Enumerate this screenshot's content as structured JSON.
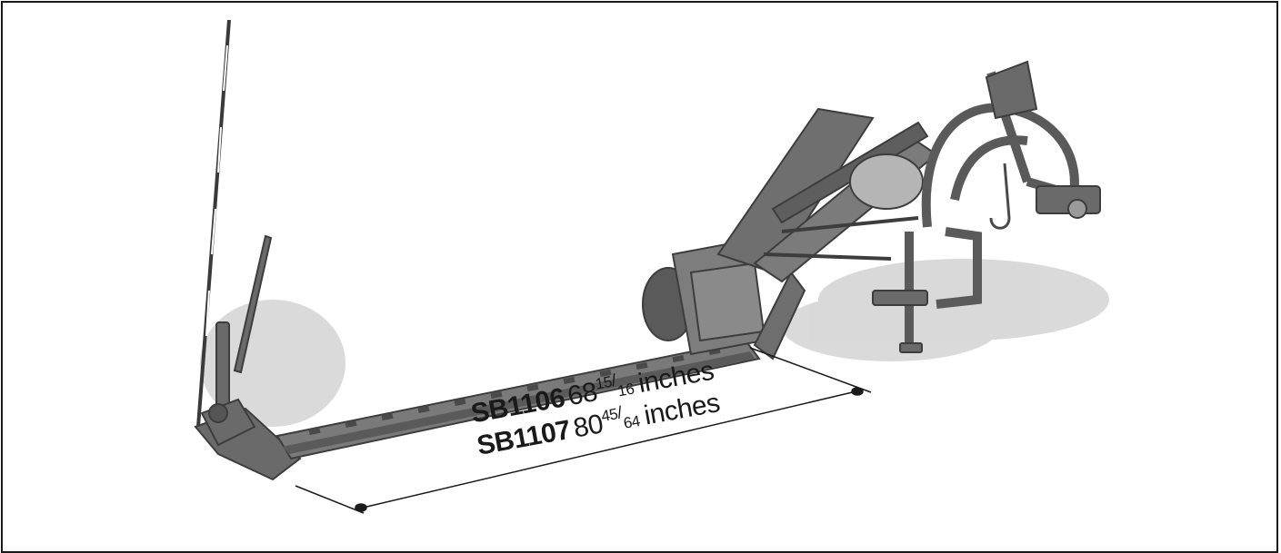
{
  "figure": {
    "subject": "sickle bar mower",
    "colors": {
      "line": "#1a1a1a",
      "machine": "#6a6a6a",
      "shadow": "#c8c8c8"
    }
  },
  "dimensions": [
    {
      "model": "SB1106",
      "whole": "68",
      "numerator": "15",
      "denominator": "16",
      "unit": "inches"
    },
    {
      "model": "SB1107",
      "whole": "80",
      "numerator": "45",
      "denominator": "64",
      "unit": "inches"
    }
  ]
}
